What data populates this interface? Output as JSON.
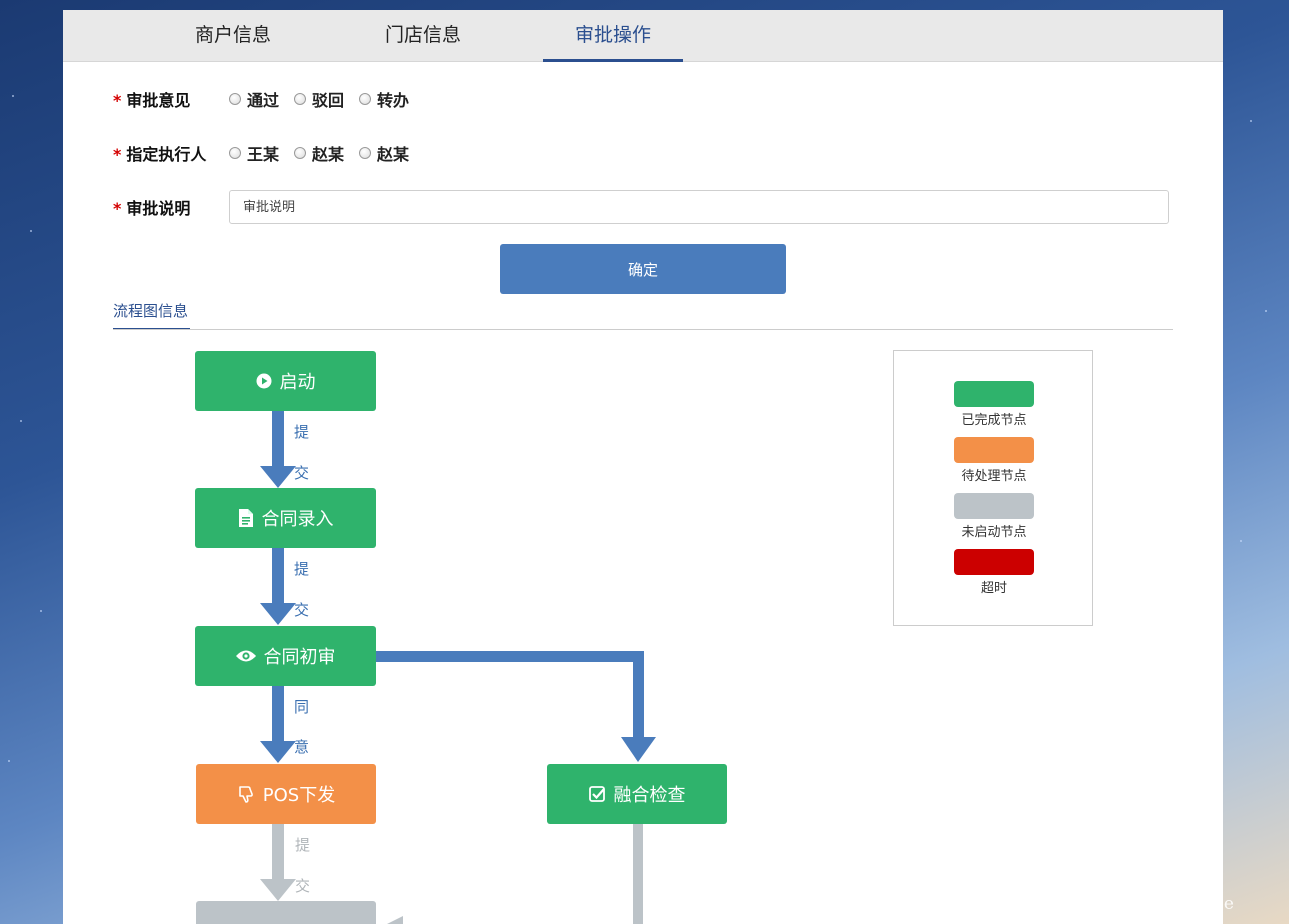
{
  "tabs": [
    {
      "label": "商户信息",
      "active": false
    },
    {
      "label": "门店信息",
      "active": false
    },
    {
      "label": "审批操作",
      "active": true
    }
  ],
  "form": {
    "required_mark": "*",
    "opinion": {
      "label": "审批意见",
      "options": [
        "通过",
        "驳回",
        "转办"
      ]
    },
    "assignee": {
      "label": "指定执行人",
      "options": [
        "王某",
        "赵某",
        "赵某"
      ]
    },
    "remark": {
      "label": "审批说明",
      "placeholder": "审批说明"
    },
    "confirm_label": "确定"
  },
  "section_title": "流程图信息",
  "flow": {
    "nodes": [
      {
        "label": "启动",
        "status": "completed",
        "icon": "play-circle-icon"
      },
      {
        "label": "合同录入",
        "status": "completed",
        "icon": "file-icon"
      },
      {
        "label": "合同初审",
        "status": "completed",
        "icon": "eye-icon"
      },
      {
        "label": "POS下发",
        "status": "pending",
        "icon": "hand-icon"
      },
      {
        "label": "融合检查",
        "status": "completed",
        "icon": "check-square-icon"
      }
    ],
    "edges": [
      {
        "label": [
          "提",
          "交"
        ]
      },
      {
        "label": [
          "提",
          "交"
        ]
      },
      {
        "label": [
          "同",
          "意"
        ]
      },
      {
        "label": [
          "提",
          "交"
        ]
      }
    ]
  },
  "legend": [
    {
      "label": "已完成节点",
      "color": "#2fb36c"
    },
    {
      "label": "待处理节点",
      "color": "#f39048"
    },
    {
      "label": "未启动节点",
      "color": "#bcc3c8"
    },
    {
      "label": "超时",
      "color": "#cc0000"
    }
  ],
  "colors": {
    "accent": "#2b4f8f",
    "button": "#4a7cbc",
    "arrow_active": "#4a7cbc",
    "arrow_inactive": "#bcc3c8"
  },
  "watermark": "http://blog.csdn.net/lirentingblue"
}
